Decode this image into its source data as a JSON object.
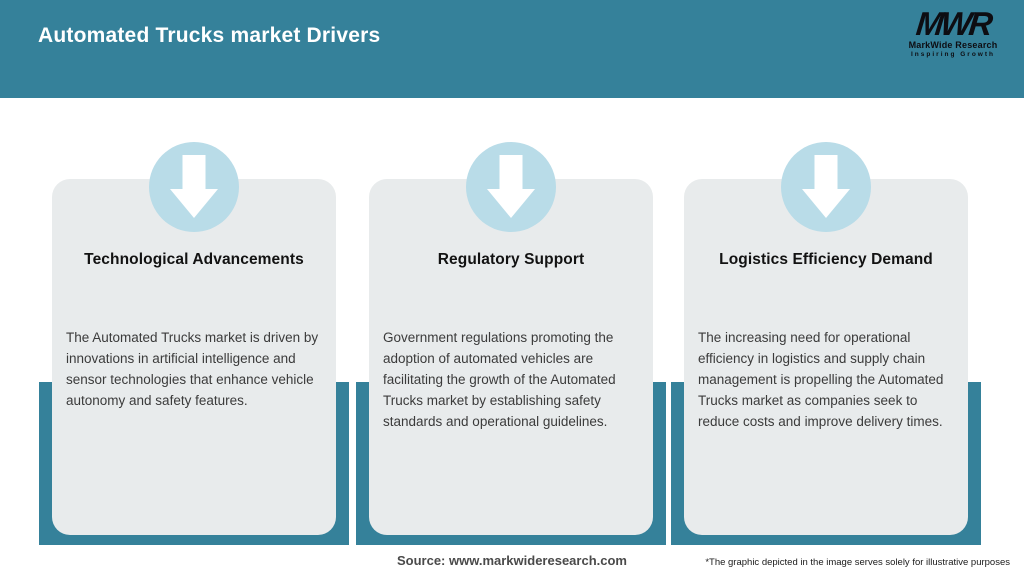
{
  "header": {
    "title": "Automated Trucks market Drivers",
    "bg_color": "#35819A"
  },
  "logo": {
    "monogram": "MWR",
    "name": "MarkWide Research",
    "tagline": "Inspiring Growth"
  },
  "cards": [
    {
      "title": "Technological Advancements",
      "body": "The Automated Trucks market is driven by innovations in artificial intelligence and sensor technologies that enhance vehicle autonomy and safety features."
    },
    {
      "title": "Regulatory Support",
      "body": "Government regulations promoting the adoption of automated vehicles are facilitating the growth of the Automated Trucks market by establishing safety standards and operational guidelines."
    },
    {
      "title": "Logistics Efficiency Demand",
      "body": "The increasing need for operational efficiency in logistics and supply chain management is propelling the Automated Trucks market as companies seek to reduce costs and improve delivery times."
    }
  ],
  "icons": {
    "card_icon": "down-arrow-icon"
  },
  "colors": {
    "teal": "#35819A",
    "card_bg": "#E8EBEC",
    "icon_circle": "#B9DCE8",
    "arrow": "#FFFFFF"
  },
  "footer": {
    "source": "Source: www.markwideresearch.com",
    "disclaimer": "*The graphic depicted in the image serves solely for illustrative purposes"
  }
}
